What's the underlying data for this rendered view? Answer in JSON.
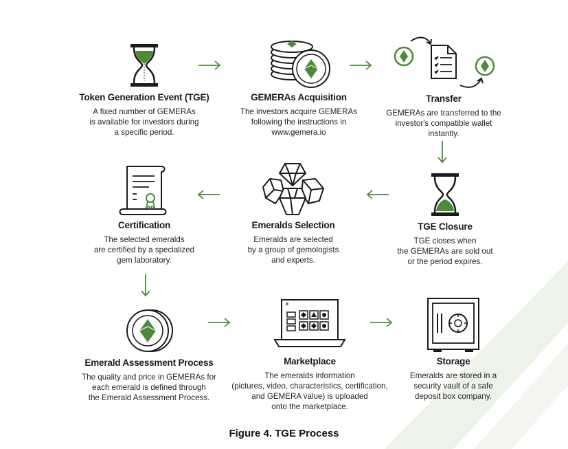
{
  "steps": [
    {
      "title": "Token Generation Event (TGE)",
      "desc": "A fixed number of GEMERAs\nis available for investors during\na specific period."
    },
    {
      "title": "GEMERAs Acquisition",
      "desc": "The investors acquire GEMERAs\nfollowing the instructions in\nwww.gemera.io"
    },
    {
      "title": "Transfer",
      "desc": "GEMERAs are transferred to the\ninvestor's compatible wallet\ninstantly."
    },
    {
      "title": "Certification",
      "desc": "The selected emeralds\nare certified by a specialized\ngem laboratory."
    },
    {
      "title": "Emeralds Selection",
      "desc": "Emeralds are selected\nby a group of gemologists\nand experts."
    },
    {
      "title": "TGE Closure",
      "desc": "TGE closes when\nthe GEMERAs are sold out\nor the period expires."
    },
    {
      "title": "Emerald Assessment Process",
      "desc": "The quality and price in GEMERAs for\neach emerald is defined through\nthe Emerald Assessment Process."
    },
    {
      "title": "Marketplace",
      "desc": "The emeralds information\n(pictures, video, characteristics, certification,\nand GEMERA value) is uploaded\nonto the marketplace."
    },
    {
      "title": "Storage",
      "desc": "Emeralds are stored in a\nsecurity vault of a safe\ndeposit box company."
    }
  ],
  "caption": "Figure 4. TGE Process",
  "colors": {
    "accent": "#4e8a3a",
    "ink": "#1a1a1a",
    "deco": "#eef3ea"
  },
  "icons": [
    "hourglass-top-icon",
    "coin-stack-icon",
    "document-transfer-icon",
    "certificate-icon",
    "gemstones-icon",
    "hourglass-bottom-icon",
    "emerald-coin-icon",
    "laptop-icon",
    "safe-vault-icon"
  ]
}
